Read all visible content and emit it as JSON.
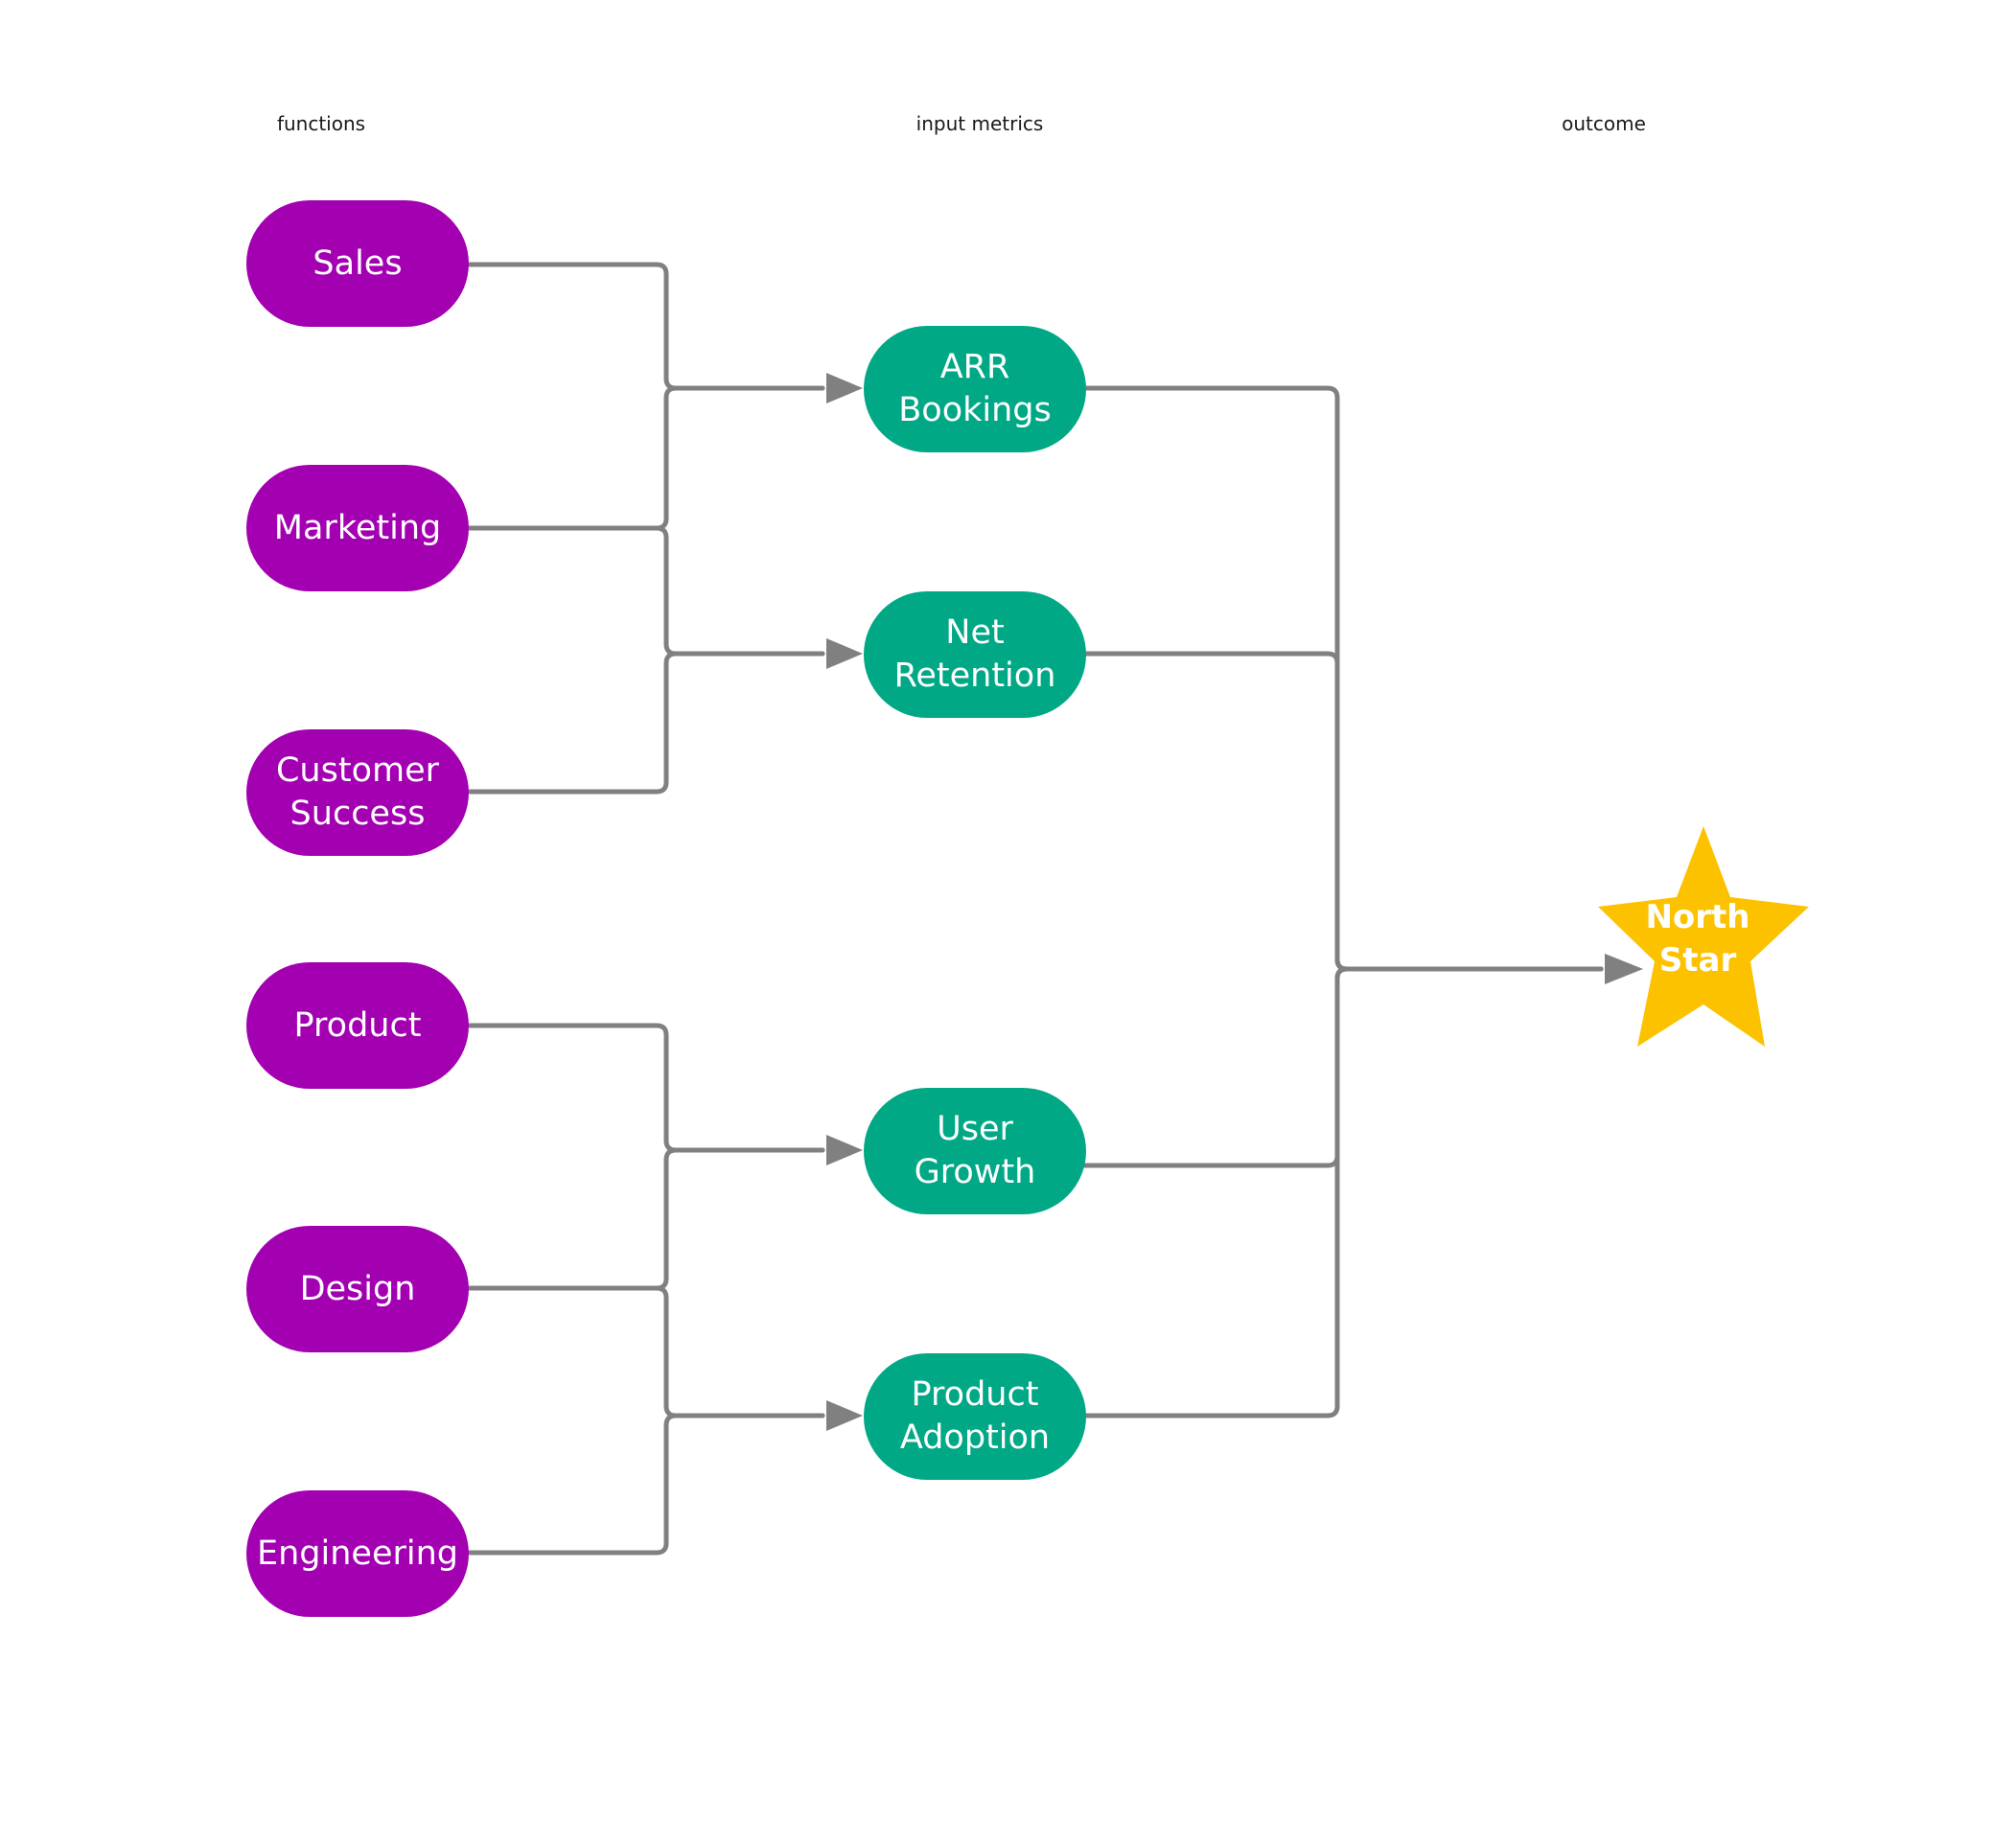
{
  "headers": {
    "functions": "functions",
    "input_metrics": "input metrics",
    "outcome": "outcome"
  },
  "functions": [
    {
      "label": "Sales"
    },
    {
      "label": "Marketing"
    },
    {
      "label": "Customer\nSuccess"
    },
    {
      "label": "Product"
    },
    {
      "label": "Design"
    },
    {
      "label": "Engineering"
    }
  ],
  "metrics": [
    {
      "label": "ARR\nBookings"
    },
    {
      "label": "Net\nRetention"
    },
    {
      "label": "User\nGrowth"
    },
    {
      "label": "Product\nAdoption"
    }
  ],
  "outcome": {
    "label": "North\nStar"
  },
  "colors": {
    "function_fill": "#a300b2",
    "metric_fill": "#00a886",
    "outcome_fill": "#fcc200",
    "connector": "#808080"
  }
}
